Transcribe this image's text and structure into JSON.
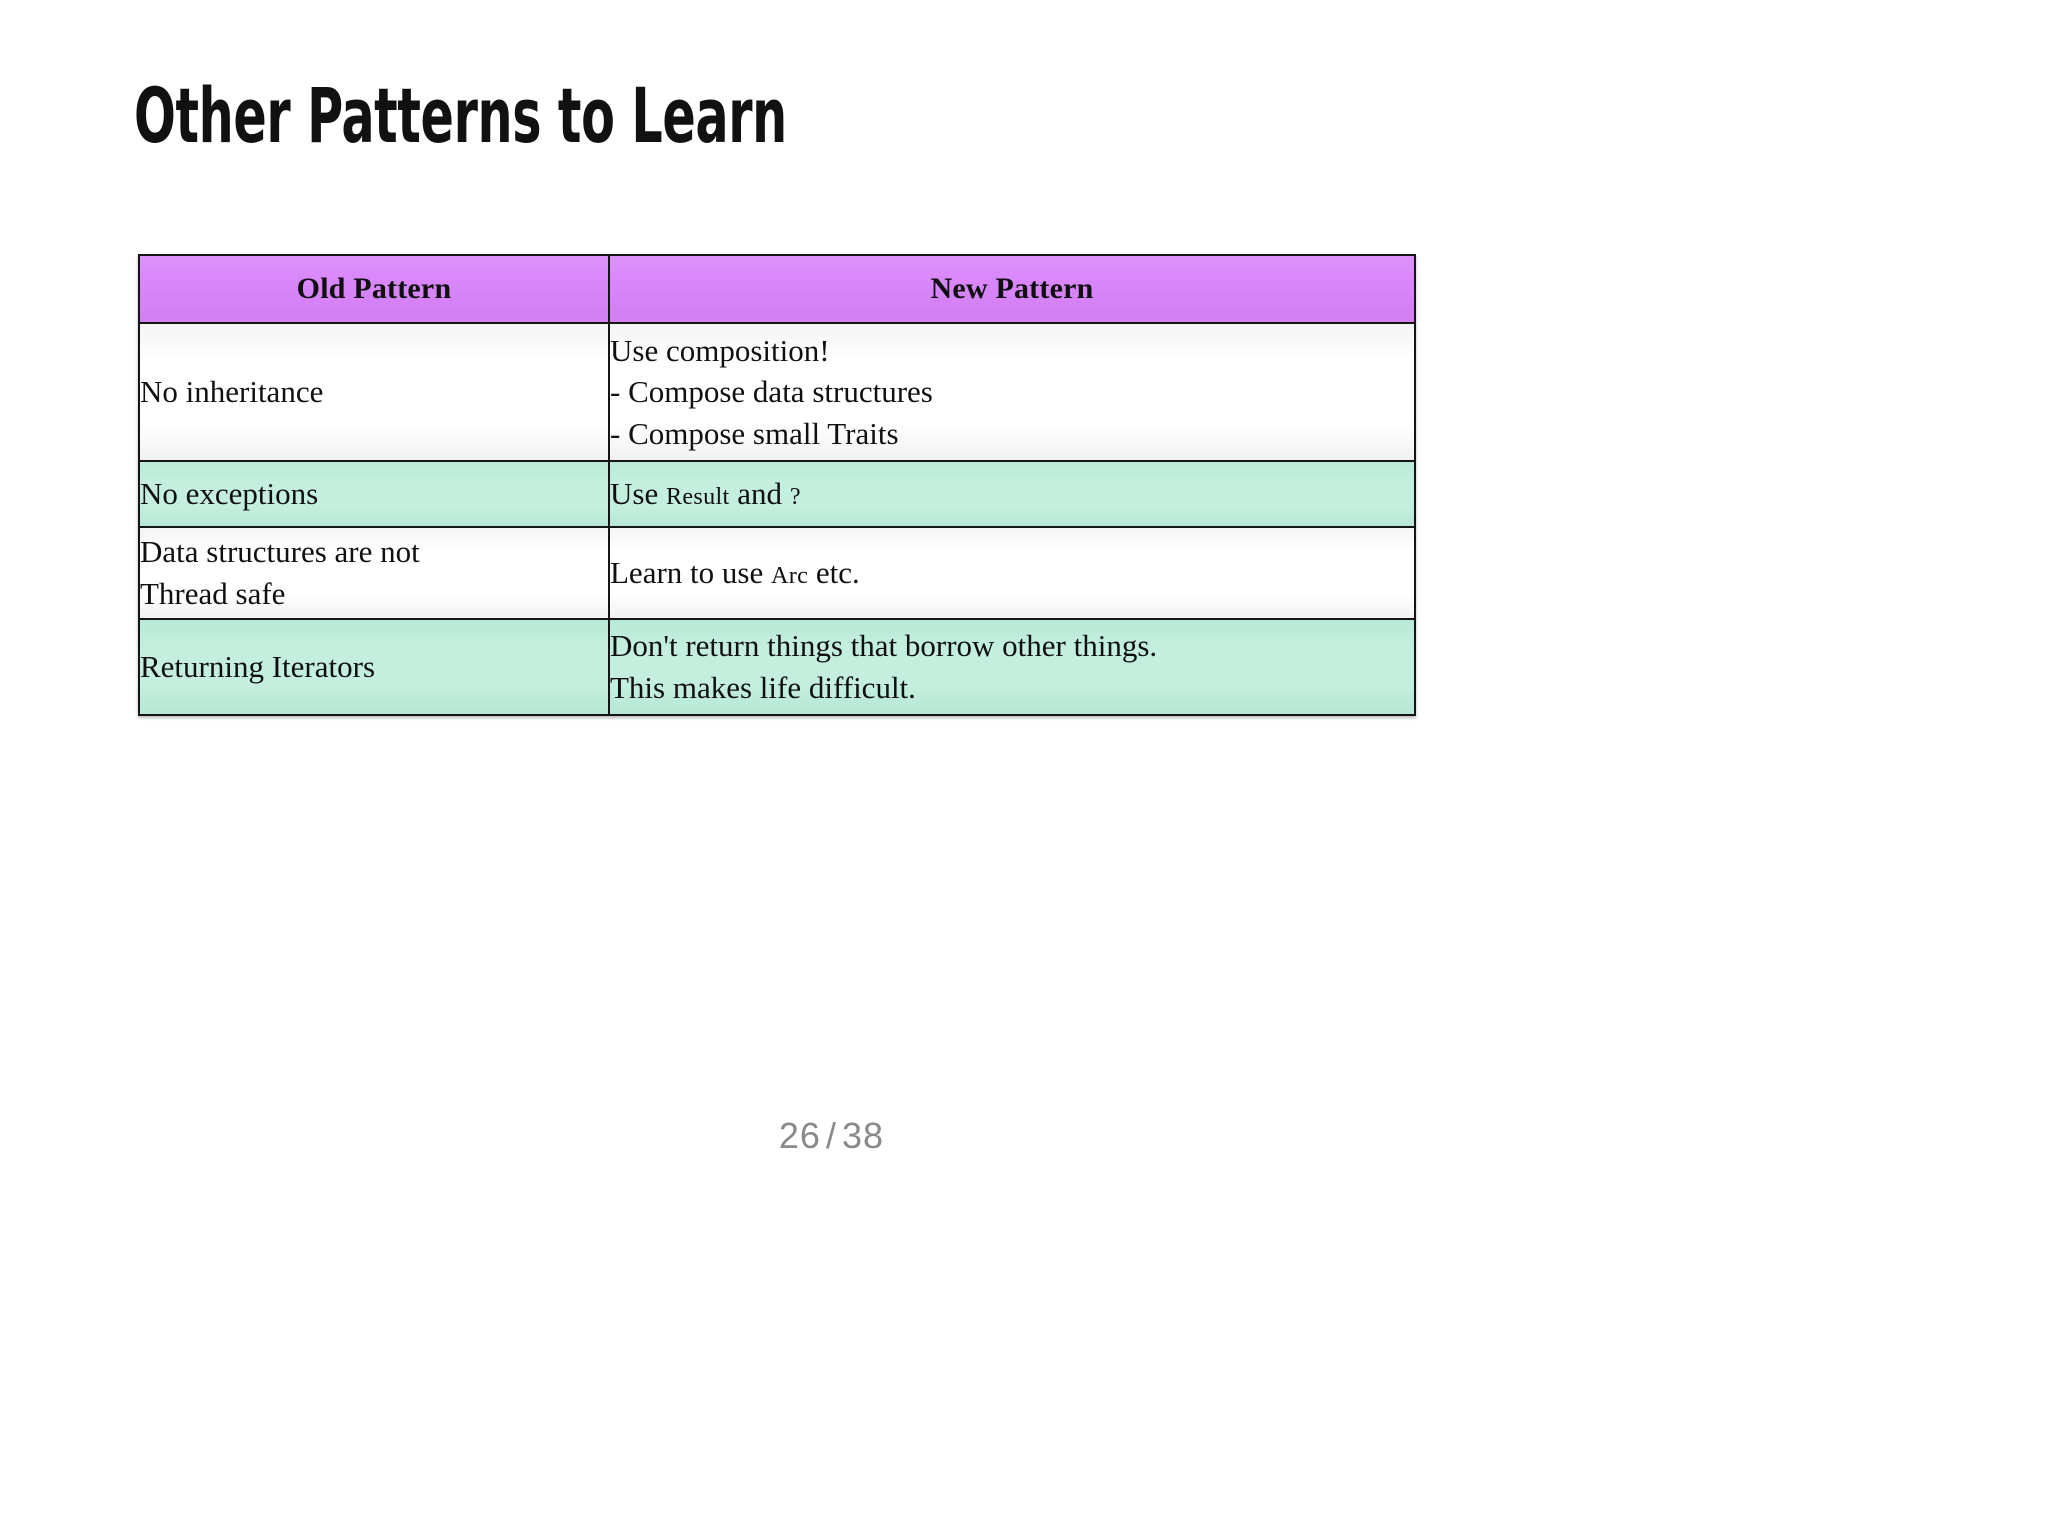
{
  "slide": {
    "title": "Other Patterns to Learn",
    "page_number": {
      "current": "26",
      "separator": "/",
      "total": "38",
      "display": "26 / 38"
    }
  },
  "colors": {
    "header_fill": "#d985fb",
    "teal_row_fill": "#c4efde",
    "white_row_fill": "#ffffff",
    "border": "#151515",
    "text": "#101010",
    "page_number_text": "#8a8a8a",
    "background": "#ffffff"
  },
  "table": {
    "columns": [
      {
        "key": "old",
        "header": "Old Pattern"
      },
      {
        "key": "new",
        "header": "New Pattern"
      }
    ],
    "rows": [
      {
        "shade": "white",
        "old": "No inheritance",
        "new_lines": [
          "Use composition!",
          "- Compose data structures",
          "- Compose small Traits"
        ],
        "new_plain": "Use composition!\n- Compose data structures\n- Compose small Traits"
      },
      {
        "shade": "teal",
        "old": "No exceptions",
        "new_parts": [
          {
            "text": "Use ",
            "style": "normal"
          },
          {
            "text": "Result",
            "style": "code"
          },
          {
            "text": " and ",
            "style": "normal"
          },
          {
            "text": "?",
            "style": "code"
          }
        ],
        "new_plain": "Use Result and ?"
      },
      {
        "shade": "white",
        "old_lines": [
          "Data structures are not",
          "Thread safe"
        ],
        "old_plain": "Data structures are not\nThread safe",
        "new_parts": [
          {
            "text": "Learn to use ",
            "style": "normal"
          },
          {
            "text": "Arc",
            "style": "code"
          },
          {
            "text": " etc.",
            "style": "normal"
          }
        ],
        "new_plain": "Learn to use Arc etc."
      },
      {
        "shade": "teal",
        "old": "Returning Iterators",
        "new_lines": [
          "Don't return things that borrow other things.",
          "This makes life difficult."
        ],
        "new_plain": "Don't return things that borrow other things.\nThis makes life difficult."
      }
    ]
  }
}
